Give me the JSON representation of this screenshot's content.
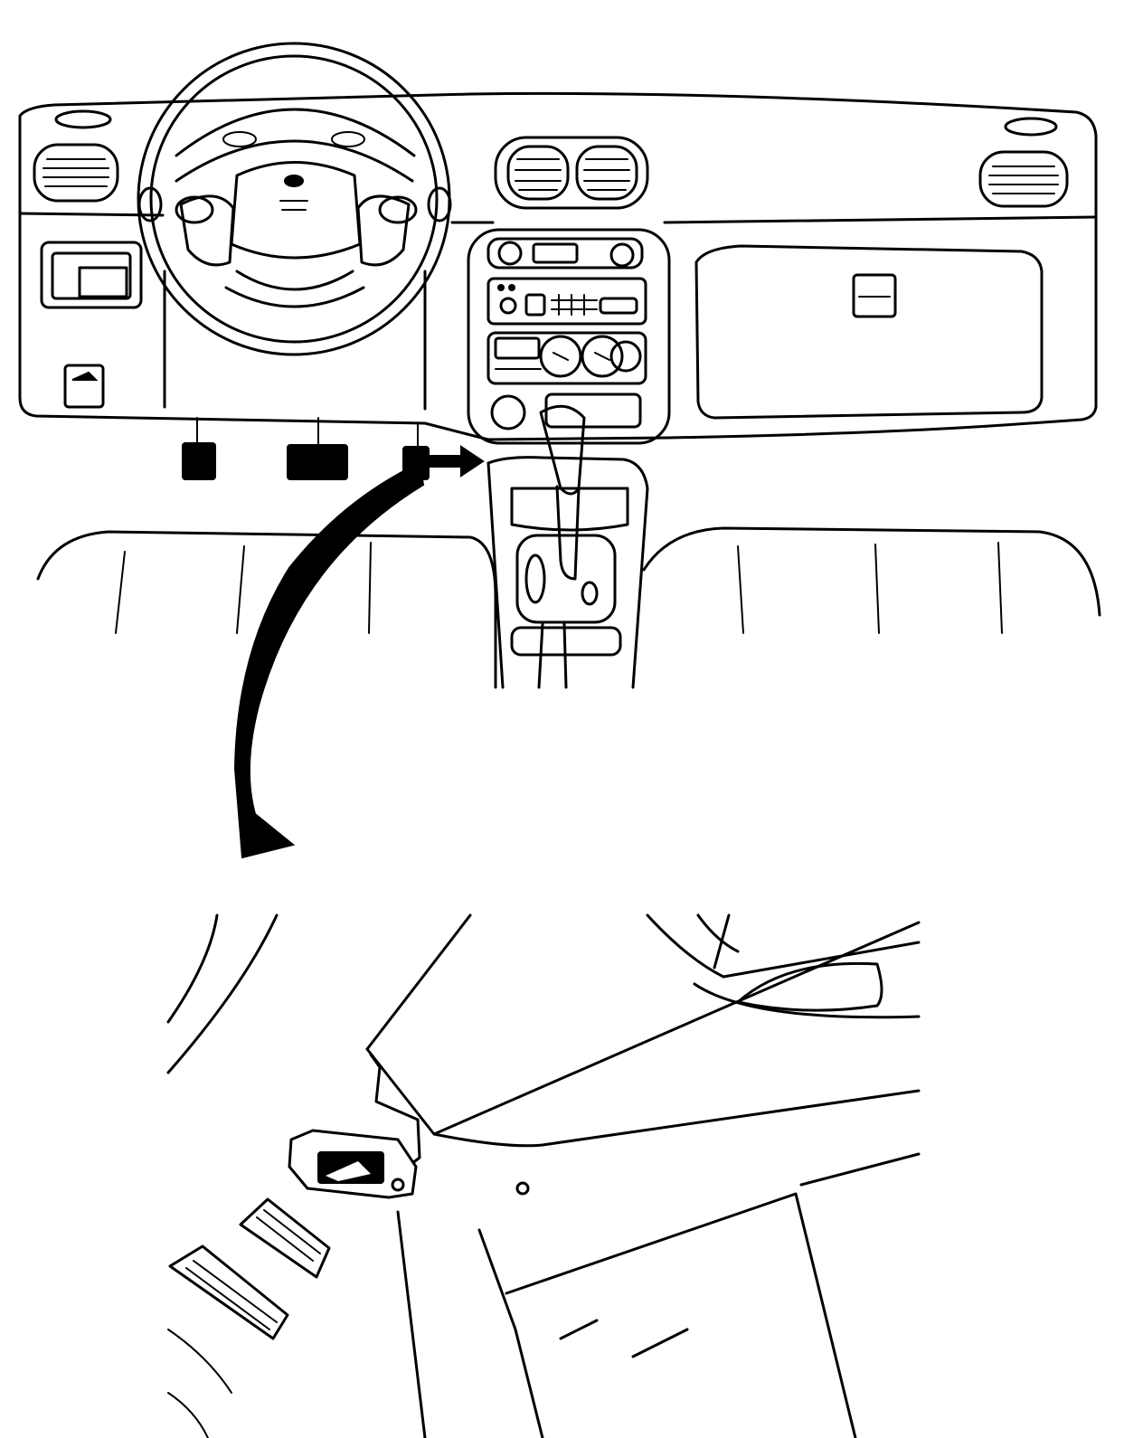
{
  "figure": {
    "type": "technical line illustration",
    "colors": {
      "line": "#000000",
      "background": "#ffffff"
    },
    "panels": [
      {
        "name": "vehicle-dashboard-overview"
      },
      {
        "name": "under-dash-connector-detail"
      }
    ],
    "icons": [
      "steering-wheel-icon",
      "curved-arrow-icon",
      "pedal-icon",
      "connector-icon"
    ]
  }
}
